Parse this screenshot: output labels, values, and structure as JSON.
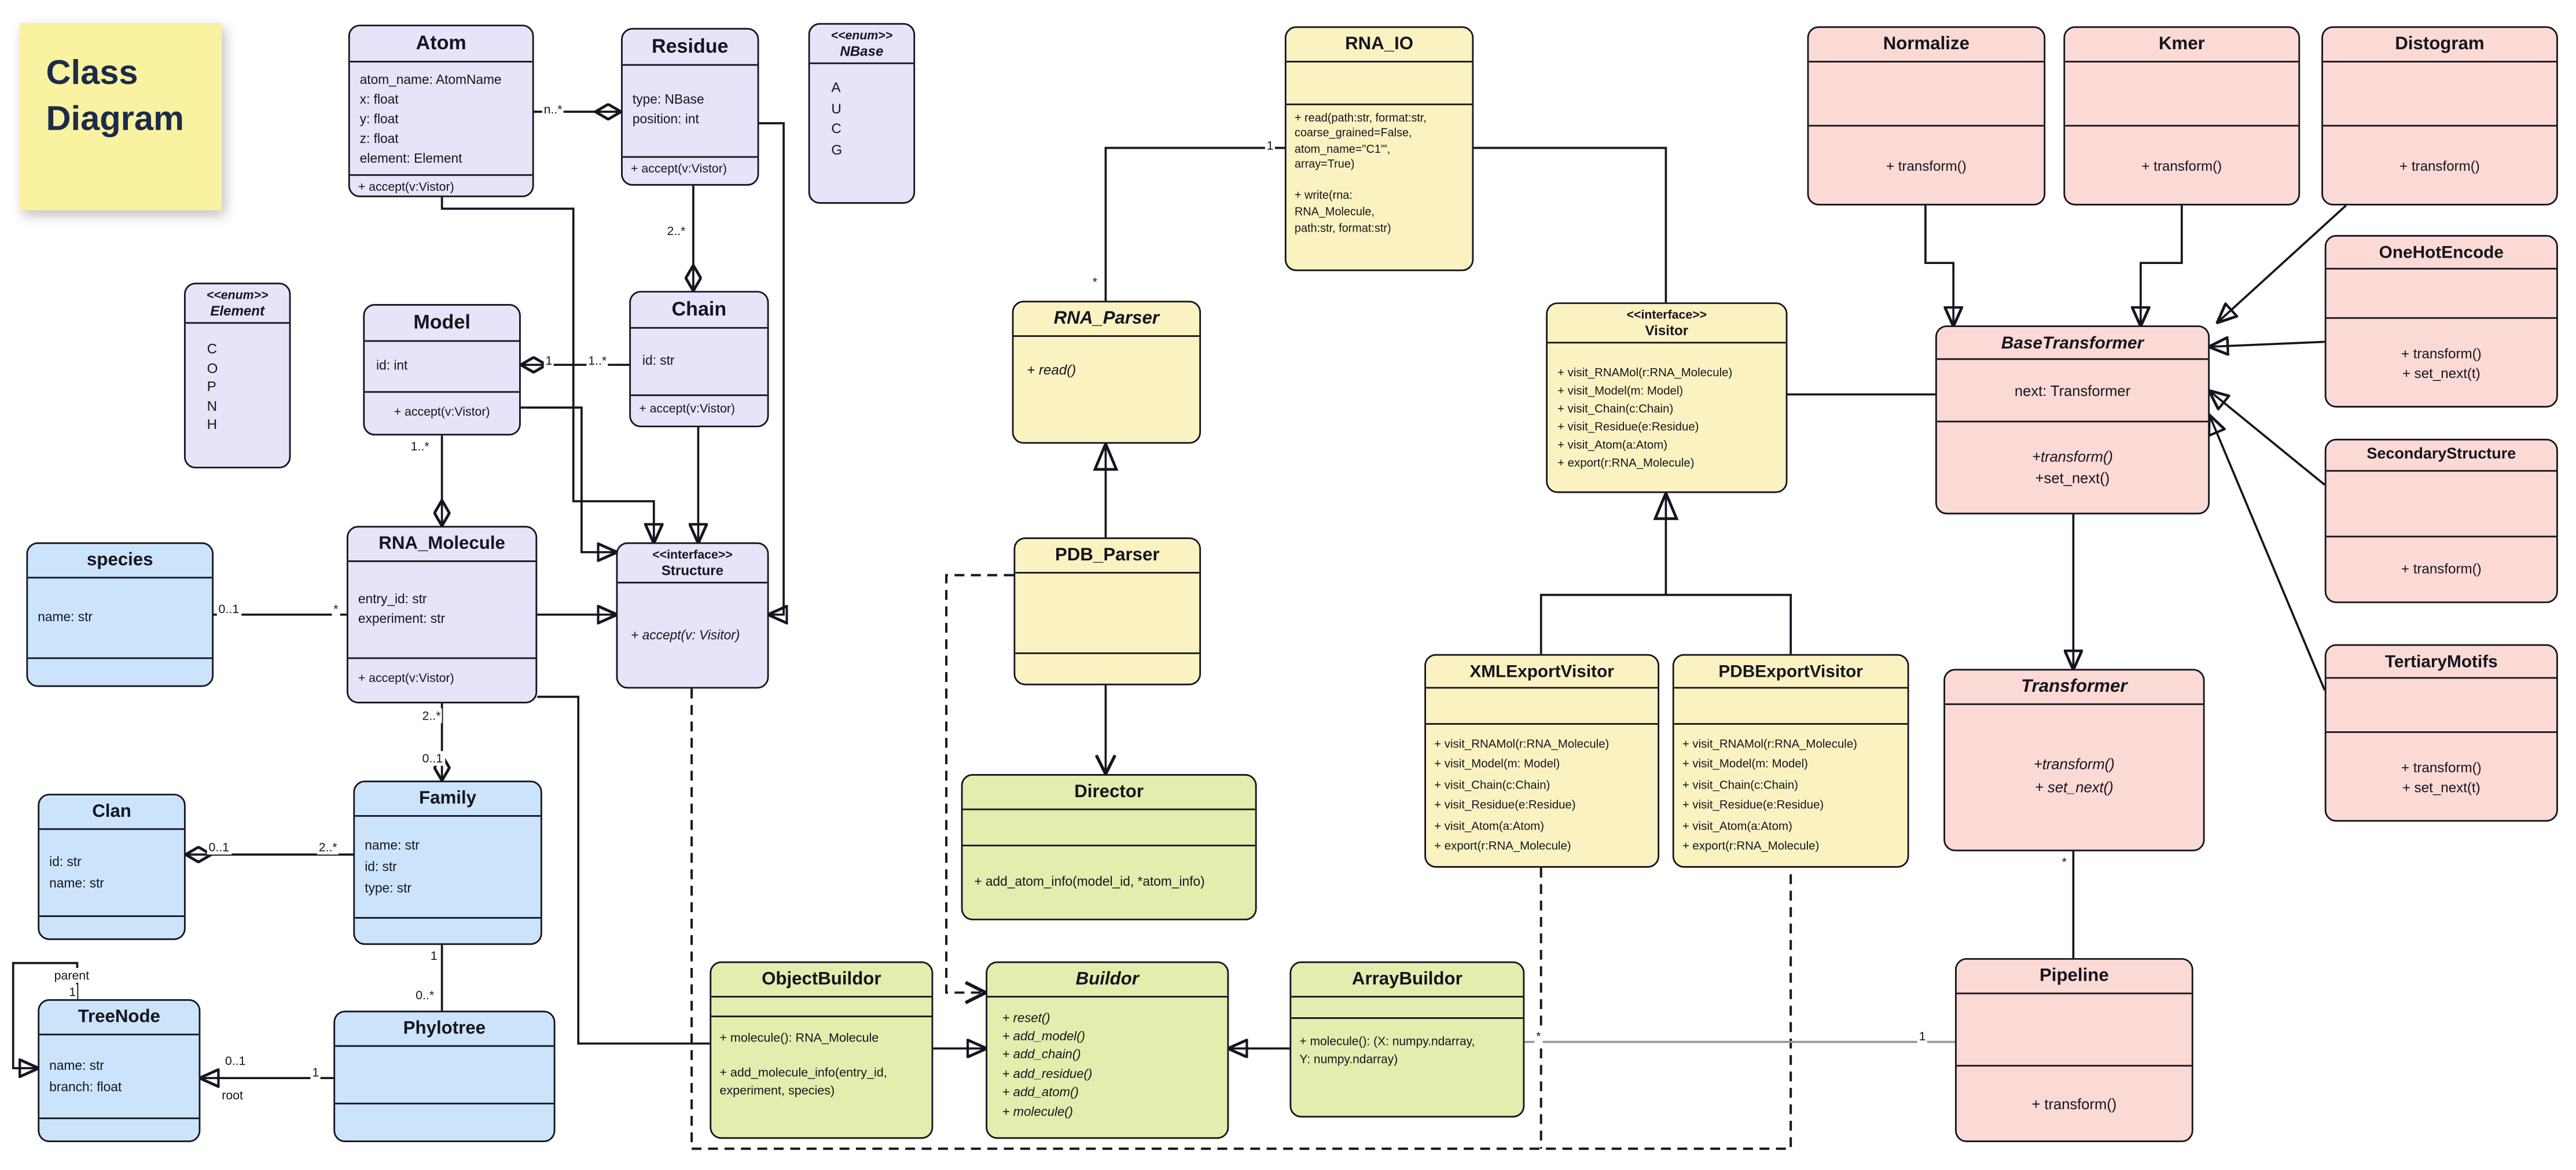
{
  "note": {
    "text": "Class Diagram"
  },
  "classes": {
    "atom": {
      "name": "Atom",
      "attrs": [
        "atom_name: AtomName",
        "x: float",
        "y: float",
        "z: float",
        "element: Element"
      ],
      "methods": [
        "+ accept(v:Vistor)"
      ]
    },
    "residue": {
      "name": "Residue",
      "attrs": [
        "type: NBase",
        "position: int"
      ],
      "methods": [
        "+ accept(v:Vistor)"
      ]
    },
    "nbase": {
      "stereotype": "<<enum>>",
      "name": "NBase",
      "values": [
        "A",
        "U",
        "C",
        "G"
      ]
    },
    "element": {
      "stereotype": "<<enum>>",
      "name": "Element",
      "values": [
        "C",
        "O",
        "P",
        "N",
        "H"
      ]
    },
    "model": {
      "name": "Model",
      "attrs": [
        "id: int"
      ],
      "methods": [
        "+ accept(v:Vistor)"
      ]
    },
    "chain": {
      "name": "Chain",
      "attrs": [
        "id: str"
      ],
      "methods": [
        "+ accept(v:Vistor)"
      ]
    },
    "rna_molecule": {
      "name": "RNA_Molecule",
      "attrs": [
        "entry_id: str",
        "experiment: str"
      ],
      "methods": [
        "+ accept(v:Vistor)"
      ]
    },
    "structure": {
      "stereotype": "<<interface>>",
      "name": "Structure",
      "methods": [
        "+ accept(v: Visitor)"
      ]
    },
    "species": {
      "name": "species",
      "attrs": [
        "name: str"
      ]
    },
    "clan": {
      "name": "Clan",
      "attrs": [
        "id: str",
        "name: str"
      ]
    },
    "family": {
      "name": "Family",
      "attrs": [
        "name: str",
        "id: str",
        "type: str"
      ]
    },
    "treenode": {
      "name": "TreeNode",
      "attrs": [
        "name: str",
        "branch: float"
      ]
    },
    "phylotree": {
      "name": "Phylotree"
    },
    "rna_io": {
      "name": "RNA_IO",
      "methods": [
        "+ read(path:str, format:str,",
        "coarse_grained=False,",
        "atom_name=\"C1'\",",
        "array=True)",
        "",
        "+ write(rna:",
        "RNA_Molecule,",
        "path:str, format:str)"
      ]
    },
    "rna_parser": {
      "name": "RNA_Parser",
      "methods": [
        "+ read()"
      ]
    },
    "pdb_parser": {
      "name": "PDB_Parser"
    },
    "visitor": {
      "stereotype": "<<interface>>",
      "name": "Visitor",
      "methods": [
        "+ visit_RNAMol(r:RNA_Molecule)",
        "+ visit_Model(m: Model)",
        "+ visit_Chain(c:Chain)",
        "+ visit_Residue(e:Residue)",
        "+ visit_Atom(a:Atom)",
        "+ export(r:RNA_Molecule)"
      ]
    },
    "xml_export_visitor": {
      "name": "XMLExportVisitor",
      "methods": [
        "+ visit_RNAMol(r:RNA_Molecule)",
        "+ visit_Model(m: Model)",
        "+ visit_Chain(c:Chain)",
        "+ visit_Residue(e:Residue)",
        "+ visit_Atom(a:Atom)",
        "+ export(r:RNA_Molecule)"
      ]
    },
    "pdb_export_visitor": {
      "name": "PDBExportVisitor",
      "methods": [
        "+ visit_RNAMol(r:RNA_Molecule)",
        "+ visit_Model(m: Model)",
        "+ visit_Chain(c:Chain)",
        "+ visit_Residue(e:Residue)",
        "+ visit_Atom(a:Atom)",
        "+ export(r:RNA_Molecule)"
      ]
    },
    "director": {
      "name": "Director",
      "methods": [
        "+ add_atom_info(model_id, *atom_info)"
      ]
    },
    "object_buildor": {
      "name": "ObjectBuildor",
      "methods": [
        "+ molecule(): RNA_Molecule",
        "",
        "+ add_molecule_info(entry_id,",
        "experiment, species)"
      ]
    },
    "buildor": {
      "name": "Buildor",
      "methods": [
        "+ reset()",
        "+ add_model()",
        "+ add_chain()",
        "+ add_residue()",
        "+ add_atom()",
        "+ molecule()"
      ]
    },
    "array_buildor": {
      "name": "ArrayBuildor",
      "methods": [
        "+ molecule(): (X: numpy.ndarray,",
        "Y: numpy.ndarray)"
      ]
    },
    "normalize": {
      "name": "Normalize",
      "methods": [
        "+ transform()"
      ]
    },
    "kmer": {
      "name": "Kmer",
      "methods": [
        "+ transform()"
      ]
    },
    "distogram": {
      "name": "Distogram",
      "methods": [
        "+ transform()"
      ]
    },
    "onehotencode": {
      "name": "OneHotEncode",
      "methods": [
        "+ transform()",
        "+ set_next(t)"
      ]
    },
    "base_transformer": {
      "name": "BaseTransformer",
      "attrs": [
        "next: Transformer"
      ],
      "methods": [
        "+transform()",
        "+set_next()"
      ]
    },
    "secondary_structure": {
      "name": "SecondaryStructure",
      "methods": [
        "+ transform()"
      ]
    },
    "transformer": {
      "name": "Transformer",
      "methods": [
        "+transform()",
        "+ set_next()"
      ]
    },
    "tertiary_motifs": {
      "name": "TertiaryMotifs",
      "methods": [
        "+ transform()",
        "+ set_next(t)"
      ]
    },
    "pipeline": {
      "name": "Pipeline",
      "methods": [
        "+ transform()"
      ]
    }
  },
  "labels": {
    "atom_residue": "n..*",
    "residue_chain": "2..*",
    "model_diamond": "1",
    "model_chain": "1..*",
    "model_rnamol": "1..*",
    "species_left": "0..1",
    "species_right": "*",
    "rnamol_family": "2..*",
    "family_top": "0..1",
    "clan_left": "0..1",
    "clan_family": "2..*",
    "family_bottom": "1",
    "phylotree_top": "0..*",
    "phylotree_left": "1",
    "treenode_mult": "0..1",
    "treenode_role": "root",
    "parent_role": "parent",
    "parent_mult": "1",
    "rnaio_mult": "1",
    "parser_mult": "*",
    "arraybuildor_mult": "*",
    "pipeline_mult": "1",
    "transformer_mult": "*"
  }
}
